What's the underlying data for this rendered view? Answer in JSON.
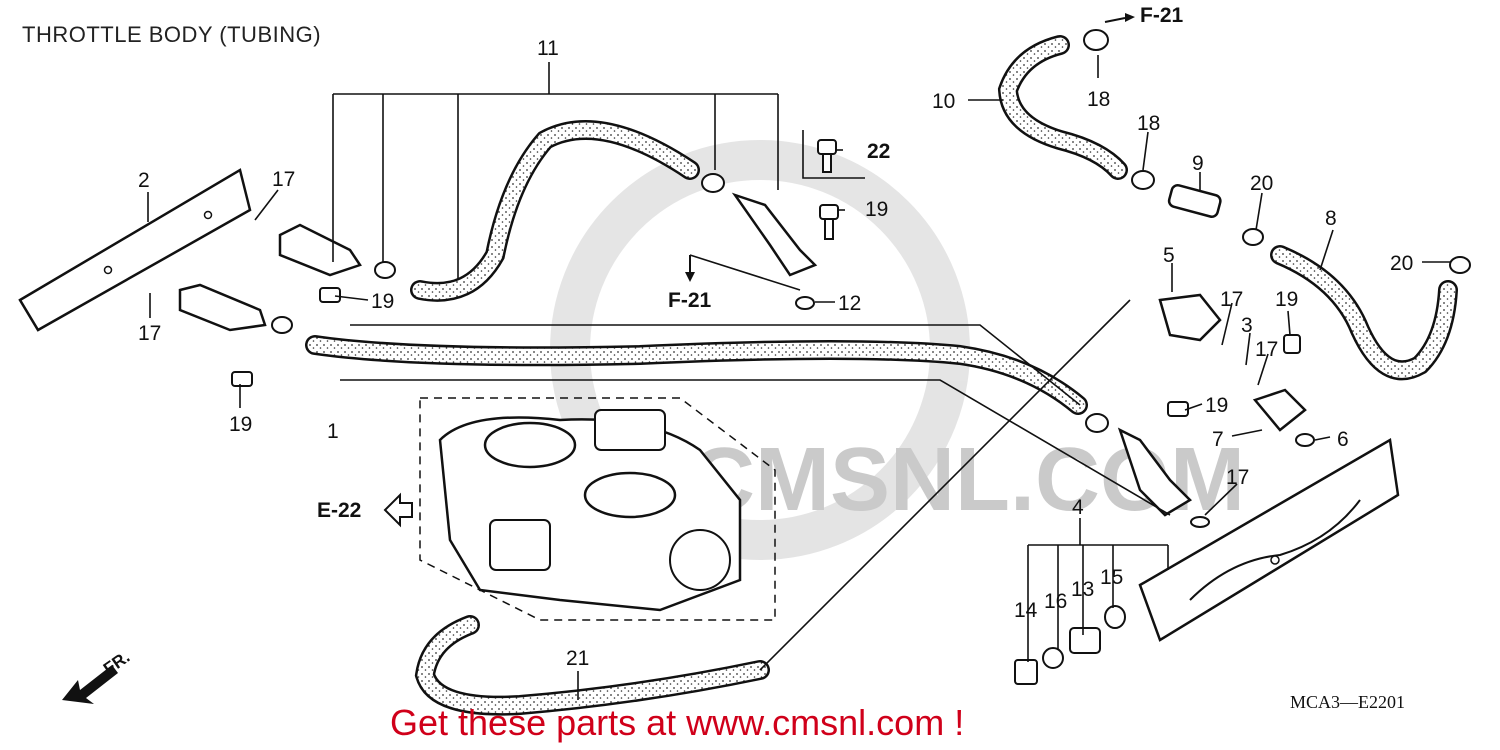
{
  "title": "THROTTLE BODY (TUBING)",
  "diagram_code": "MCA3—E2201",
  "banner": "Get these parts at www.cmsnl.com !",
  "watermark": "CMSNL.COM",
  "direction_label": "FR.",
  "refs": {
    "f21_top": "F-21",
    "f21_mid": "F-21",
    "e22": "E-22"
  },
  "callouts": {
    "c1": "1",
    "c2": "2",
    "c3": "3",
    "c4": "4",
    "c5": "5",
    "c6": "6",
    "c7": "7",
    "c8": "8",
    "c9": "9",
    "c10": "10",
    "c11": "11",
    "c12": "12",
    "c13": "13",
    "c14": "14",
    "c15": "15",
    "c16": "16",
    "c17a": "17",
    "c17b": "17",
    "c17c": "17",
    "c17d": "17",
    "c17e": "17",
    "c18a": "18",
    "c18b": "18",
    "c19a": "19",
    "c19b": "19",
    "c19c": "19",
    "c19d": "19",
    "c19e": "19",
    "c20a": "20",
    "c20b": "20",
    "c21": "21",
    "c22": "22"
  }
}
